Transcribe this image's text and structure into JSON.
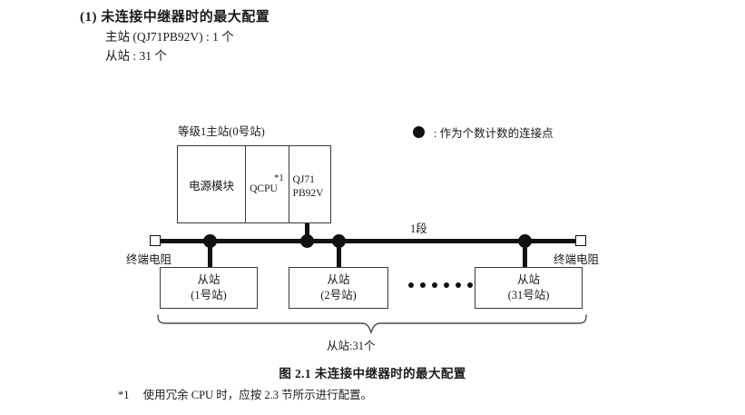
{
  "heading": {
    "number": "(1)",
    "title": "未连接中继器时的最大配置",
    "specs": [
      "主站 (QJ71PB92V) : 1 个",
      "从站 : 31 个"
    ]
  },
  "legend": {
    "symbol": "filled-circle",
    "text": ": 作为个数计数的连接点"
  },
  "diagram": {
    "master": {
      "caption": "等级1主站(0号站)",
      "slots": {
        "power_label": "电源模块",
        "cpu_label": "QCPU",
        "cpu_footnote_mark": "*1",
        "network_label": "QJ71\nPB92V",
        "network_label_line1": "QJ71",
        "network_label_line2": "PB92V"
      }
    },
    "bus": {
      "segment_label": "1段",
      "terminator_left_label": "终端电阻",
      "terminator_right_label": "终端电阻",
      "node_count": 4
    },
    "slaves": [
      {
        "name": "从站",
        "station": "(1号站)"
      },
      {
        "name": "从站",
        "station": "(2号站)"
      },
      {
        "name": "从站",
        "station": "(31号站)"
      }
    ],
    "ellipsis_dot_count": 6,
    "brace_label": "从站:31个"
  },
  "caption": "图 2.1  未连接中继器时的最大配置",
  "footnote": {
    "mark": "*1",
    "text": "使用冗余 CPU 时，应按 2.3 节所示进行配置。"
  }
}
